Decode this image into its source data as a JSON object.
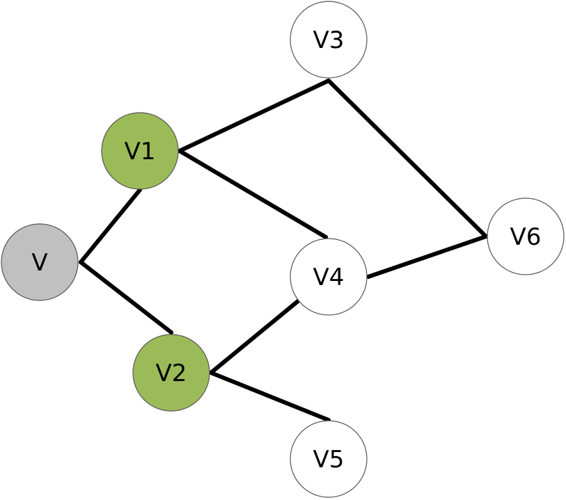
{
  "colors": {
    "start": "#c0c0c0",
    "visited": "#9bbb59",
    "unvisited": "#ffffff",
    "edge": "#000000"
  },
  "nodes": [
    {
      "id": "v",
      "label": "V",
      "state": "start"
    },
    {
      "id": "v1",
      "label": "V1",
      "state": "visited"
    },
    {
      "id": "v2",
      "label": "V2",
      "state": "visited"
    },
    {
      "id": "v3",
      "label": "V3",
      "state": "unvisited"
    },
    {
      "id": "v4",
      "label": "V4",
      "state": "unvisited"
    },
    {
      "id": "v5",
      "label": "V5",
      "state": "unvisited"
    },
    {
      "id": "v6",
      "label": "V6",
      "state": "unvisited"
    }
  ],
  "edges": [
    {
      "from": "v",
      "to": "v1"
    },
    {
      "from": "v",
      "to": "v2"
    },
    {
      "from": "v1",
      "to": "v3"
    },
    {
      "from": "v1",
      "to": "v4"
    },
    {
      "from": "v3",
      "to": "v6"
    },
    {
      "from": "v4",
      "to": "v6"
    },
    {
      "from": "v2",
      "to": "v4"
    },
    {
      "from": "v2",
      "to": "v5"
    }
  ]
}
